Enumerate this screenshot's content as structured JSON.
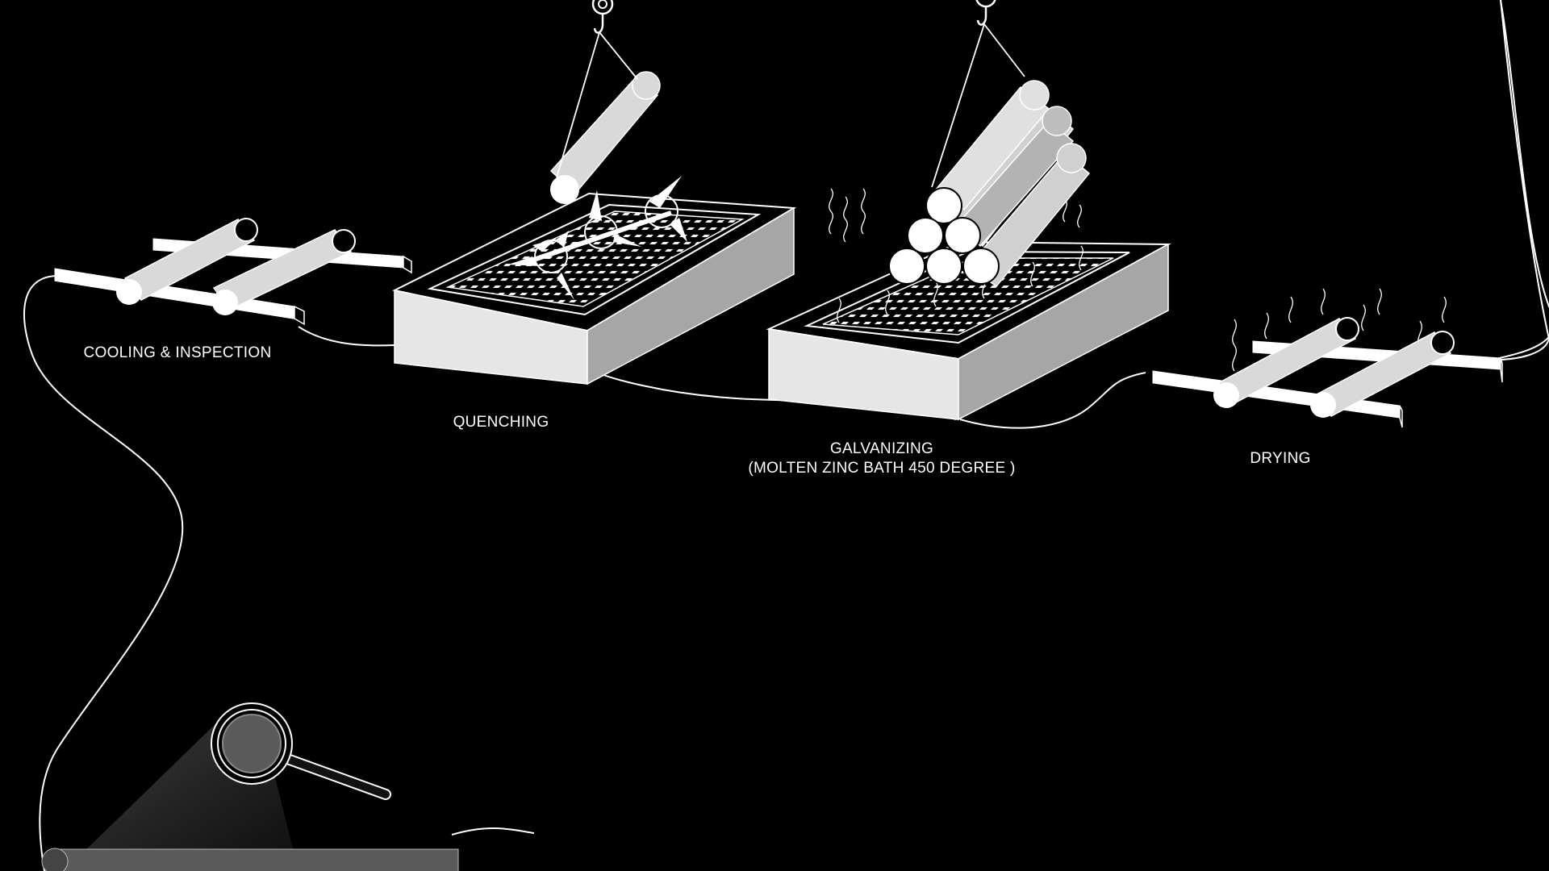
{
  "diagram": {
    "stages": [
      {
        "id": "cooling",
        "label": "COOLING & INSPECTION"
      },
      {
        "id": "quenching",
        "label": "QUENCHING"
      },
      {
        "id": "galvanizing",
        "label_line1": "GALVANIZING",
        "label_line2": "(MOLTEN ZINC BATH 450 DEGREE )"
      },
      {
        "id": "drying",
        "label": "DRYING"
      }
    ]
  },
  "colors": {
    "background": "#000000",
    "line": "#ffffff",
    "pipe_light": "#d9d9d9",
    "pipe_mid": "#b3b3b3",
    "tank_front": "#e6e6e6",
    "tank_side": "#a6a6a6",
    "grey_pipe": "#5a5a5a"
  },
  "icons": [
    "crane-hook-icon",
    "magnifying-glass-icon",
    "steam-icon",
    "splash-icon"
  ]
}
